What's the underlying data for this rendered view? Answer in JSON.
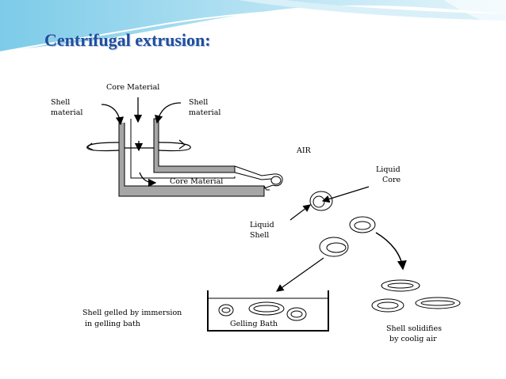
{
  "slide": {
    "title": "Centrifugal extrusion:",
    "accent_color": "#1f4e9c",
    "header_wave_color": "#9fd8ef"
  },
  "diagram": {
    "labels": {
      "core_material_top": "Core Material",
      "shell_material_left_1": "Shell",
      "shell_material_left_2": "material",
      "shell_material_right_1": "Shell",
      "shell_material_right_2": "material",
      "core_material_tube": "Core Material",
      "air": "AIR",
      "liquid_core_1": "Liquid",
      "liquid_core_2": "Core",
      "liquid_shell_1": "Liquid",
      "liquid_shell_2": "Shell",
      "shell_gelled_1": "Shell gelled by immersion",
      "shell_gelled_2": "in gelling bath",
      "gelling_bath": "Gelling Bath",
      "shell_solidifies_1": "Shell solidifies",
      "shell_solidifies_2": "by coolig air"
    }
  }
}
